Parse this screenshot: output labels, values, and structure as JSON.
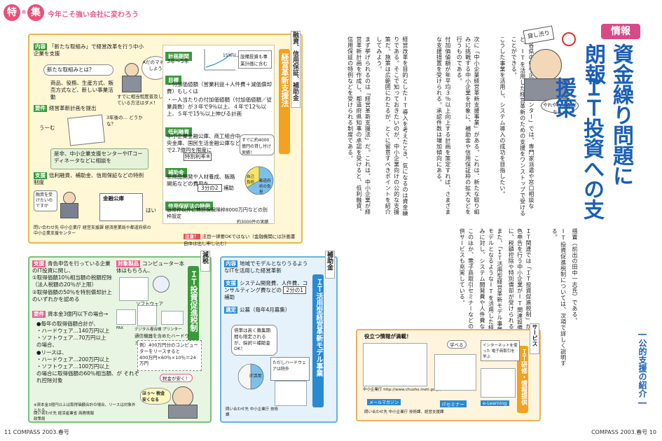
{
  "header": {
    "tag_char1": "特",
    "tag_char2": "集",
    "tagline": "今年こそ強い会社に変わろう"
  },
  "footer": {
    "left": "11 COMPASS 2003.春号",
    "right": "COMPASS 2003.春号 10"
  },
  "article": {
    "badge": "情報",
    "title_col1": "資金繰り問題に朗報",
    "title_col2": "ＩＴ投資への支援策",
    "subtitle": "―公的支援の紹介―",
    "cartoon_sign": "貸し渋り",
    "cartoon_bubble": "やれやれ 心配だなぁ〜",
    "body_blocks": [
      "経営改革を目的としたIT導入を考えたとき、気になるのは資金繰りである。そこで知っておきたいのが、中小企業向けの公的な支援策だ。施策は広範囲にわたるが、とくに留意すべきポイントを紹介してみよう。",
      "まず挙げられるのは「経営革新支援法」だ。これは、中小企業が経営革新計画を作成し、都道府県知事の承認を受けると、低利融資、信用保証の特例などを受けられる制度である。",
      "次に「中小企業経営革新支援事業」がある。これは、新たな取り組みに挑戦する中小企業を対象に、補助金や信用保証枠の拡大などを行うものである。"
    ],
    "body_blocks2": [
      "付加価値額が年平均３％以上向上する計画を策定すれば、さまざまな支援措置を受けられる。承認件数は増加傾向にある。",
      "「各県の中小企業支援センター」では、専門家派遣や窓口相談など、ITを活用した経営革新のための支援をワンストップで受けることができる。",
      "こうした事業を活用し、システム導入の成功を目指したい。"
    ],
    "body_blocks3": [
      "ＩＴ関連では「ＩＴ投資促進税制」がある。これは、青色申告を行う中小企業がIT関連設備を取得した場合に、税額控除や特別償却が受けられるものである。",
      "また、「ＩＴ活用型経営革新モデル事業」では、地域でモデルとなるようなITを活用した経営革新の取り組みに対し、システム開発費や人件費などを補助する。",
      "このほか、電子商取引セミナーなどのＩＴ研修・情報提供サービスも充実している。"
    ],
    "body_blocks4": [
      "措置（前出の田中一志氏）である。",
      "IT投資促進税制については、次項で詳しく説明する。"
    ],
    "sidebar_services": {
      "vert_label": "サービス",
      "vert_title": "ＩＴ研修・情報提供",
      "intro": "役立つ情報が満載！",
      "bubble1": "学べる",
      "bubble2": "インターネットを使った 電子商取引を学ぶ",
      "site_caption": "中小企業庁 http://www.chusho.meti.go.jp/",
      "tag1": "メールマガジン",
      "tag2": "ITセミナー",
      "tag3": "e-Learning",
      "contact": "問い合わせ先 中小企業庁 技術課、経営支援課"
    }
  },
  "panel_top": {
    "side_label1": "融資、信用保証、補助金",
    "side_label2": "経営革新支援法",
    "content_label": "内容",
    "content_text": "「新たな取組み」で経営改革を行う中小企業を支援",
    "q_bubble": "新たな取組みとは？",
    "q_items": "商品、役務、生産方式、販売方式など、新しい事業活動",
    "a_bubble": "Aだのマネをしよう",
    "a_note": "すでに相当程度普及している方法はダメ！",
    "req_label": "要件",
    "req_text": "経営革新計画を提出",
    "plan_note": "3年後の… どうかな？",
    "plan_voice": "うーむ",
    "help_text": "是非、中小企業支援センターやITコーディネータなどに相談を",
    "support_label": "支援",
    "support_text": "低利融資、補助金、信用保証などの特例制度",
    "clerk_voice": "融資を受けたいのですが",
    "bank_sign": "金融公庫",
    "yes_voice": "はい",
    "contact": "問い合わせ先 中小企業庁 経営支援課 経済産業局や都道府県の中小企業支援センター",
    "period_head": "計画期間",
    "period_text": "3年〜5年",
    "goal_head": "目標",
    "goal_text1": "・付加価値額（営業利益＋人件費＋減価償却費）もしくは",
    "goal_text2": "・一人当たりの付加価値額（付加価値額／従業員数）が３年で9％以上、４年で12％以上、５年で15％以上伸びる計画",
    "graph_ylabel": "付加価値額",
    "graph_pct": "15%以上",
    "graph_note": "設備投資も事業計画に含む",
    "lowrate_head": "低利融資",
    "lowrate_text": "中小企業金融公庫、商工組合中央金庫、国民生活金融公庫などで2.7億円を限度に",
    "lowrate_box": "特別利率※",
    "lowrate_bubble": "すでに約4000億円の貸し付け実績！",
    "subsidy_head": "補助金",
    "subsidy_text": "新商品開発や人材養成、販路開拓などの費用を",
    "subsidy_ratio": "3分の2",
    "subsidy_tail": "補助",
    "pie_own": "自己負担",
    "pie_fund": "都道府県の負担",
    "guarantee_head": "信用保証法の特例",
    "guarantee_text": "通常枠以外に無担保保険枠8000万円などの別枠設定",
    "guarantee_bubble": "約3000件の実績",
    "note_label": "注意！",
    "note_text": "法目一律要OKではない（金融機関には計画書自体は出し申し込む）"
  },
  "panel_tax": {
    "side_label1": "減税",
    "side_label2": "ＩＴ投資促進税制",
    "support_label": "支援",
    "support_text": "青色申告を行っている企業のIT投資に関し、",
    "support_1": "①取得価額10％相当額の税額控除（法人税額の20％が上限）",
    "support_2": "②取得価額の50％を特別償却計上のいずれかを認める",
    "target_label": "対象製品",
    "target_text": "コンピューター本体はもちろん、",
    "target_items": [
      "ソフトウェア",
      "デジタル複合機",
      "デジタルカメラ",
      "FAX",
      "プリンター"
    ],
    "target_extra": "通信機器を含めたハードウェア",
    "req_label": "要件",
    "req_text": "資本金3億円以下の場合→",
    "req_items": [
      "●毎年の取得価額合計が、",
      "・ハードウェア…140万円以上",
      "・ソフトウェア…70万円以上",
      "の場合、",
      "●リースは、",
      "・ハードウェア…200万円以上",
      "・ソフトウェア…100万円以上",
      "の場合に取得価額の60％相当額、が それぞれ控除対象"
    ],
    "req_note": "※資本金3億円以上は取得価額合計の場合、リースは対象外となる。",
    "example_text": "例）400万円分のコンピューターをリースすると",
    "example_calc": "400万円×60％×10％＝24万円",
    "example_bubble": "税金が安く！",
    "cartoon_voice": "ほぅ〜 税金 安くなる",
    "contact": "問い合わせ先 経済産業省 商務情報政策局"
  },
  "panel_model": {
    "side_label1": "補助金",
    "side_label2": "ＩＴ活用型経営革新モデル事業",
    "content_label": "内容",
    "content_text": "地域でモデルとなりうるようなITを活用した経営革新",
    "support_label": "支援",
    "support_text": "システム開発費、人件費、コンサルティング費などの",
    "support_ratio": "2分の1",
    "support_tail": "補助",
    "select_label": "選定",
    "select_text": "公募（毎年4月募集）",
    "bubble": "倍率は高く募集期間も限定されるが、採択＝補助金OK！",
    "ratio_label": "IT活用",
    "hw_note": "ただしハードウェアは除外",
    "contact": "問い合わせ先 中小企業庁 技術課"
  }
}
